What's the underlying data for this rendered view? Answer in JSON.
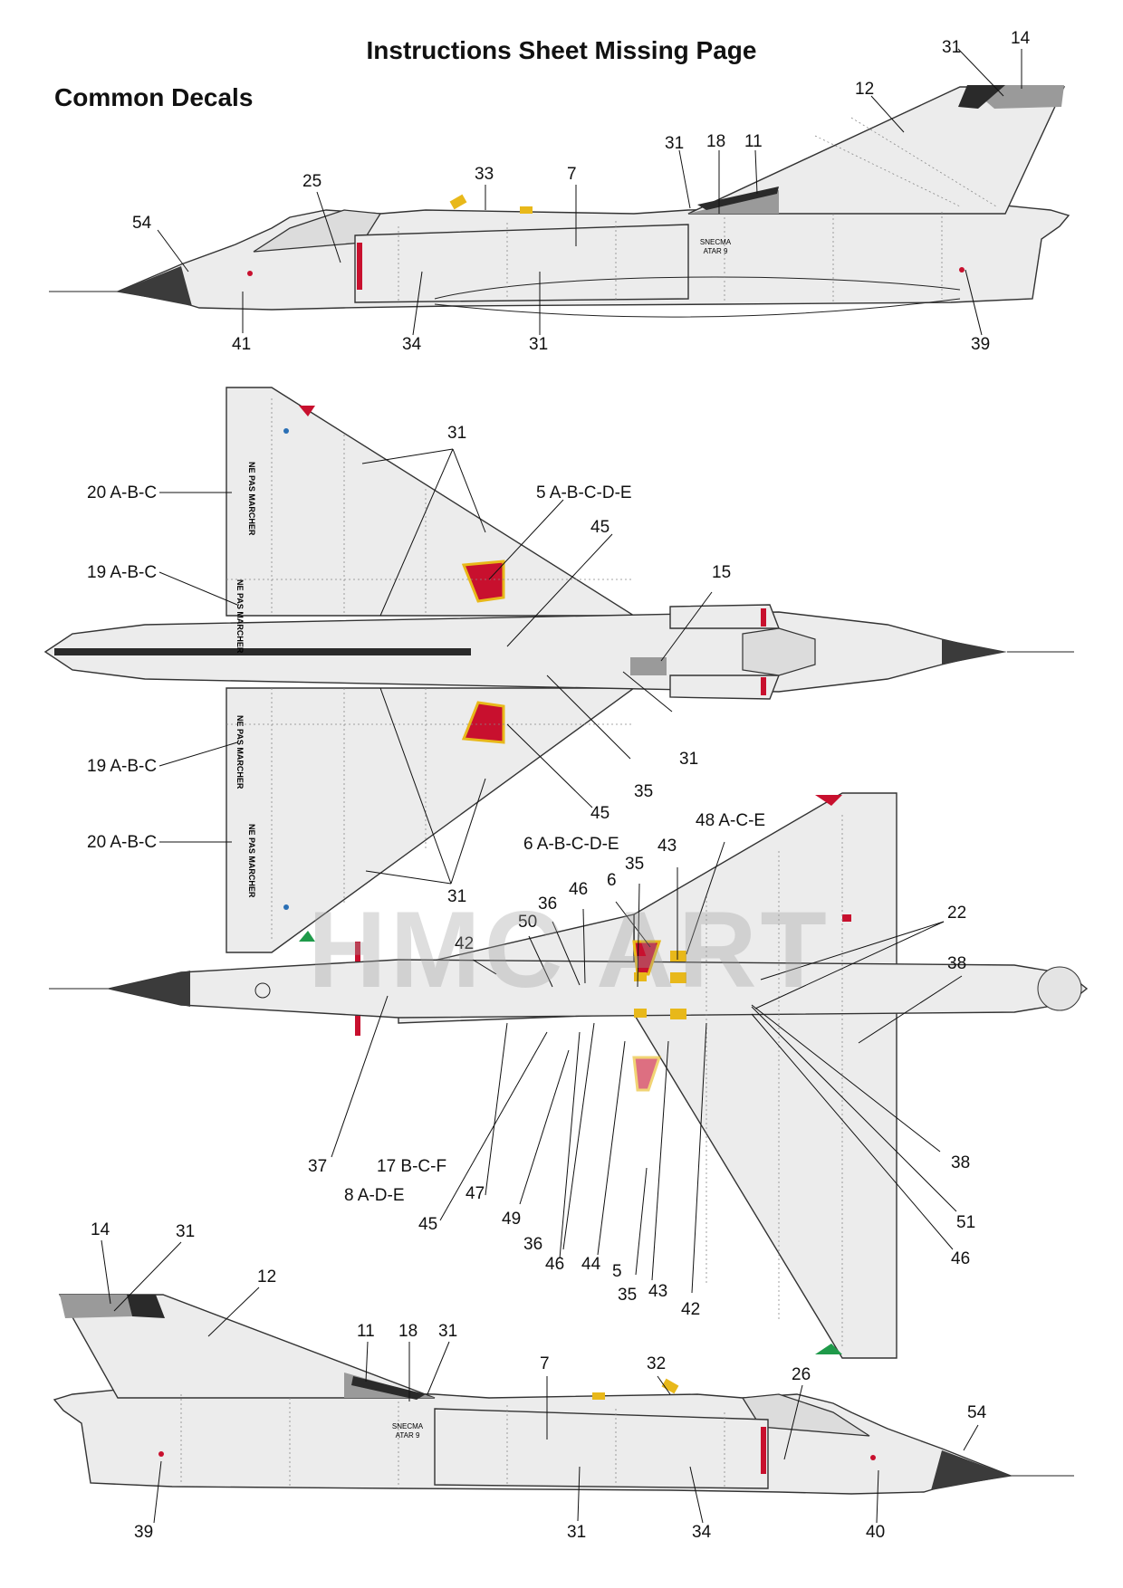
{
  "header": {
    "title": "Instructions Sheet Missing Page",
    "subtitle": "Common Decals"
  },
  "watermark": "HMC ART",
  "views": {
    "side_left": {
      "callouts": [
        "31",
        "14",
        "12",
        "31",
        "18",
        "11",
        "33",
        "7",
        "25",
        "54",
        "41",
        "34",
        "31",
        "39"
      ]
    },
    "top": {
      "callouts": [
        "31",
        "20 A-B-C",
        "5 A-B-C-D-E",
        "45",
        "19 A-B-C",
        "15",
        "31",
        "19 A-B-C",
        "35",
        "45",
        "6 A-B-C-D-E",
        "20 A-B-C",
        "31"
      ],
      "wing_text": [
        "NE PAS MARCHER",
        "NE PAS MARCHER",
        "NE PAS MARCHER",
        "NE PAS MARCHER"
      ]
    },
    "bottom": {
      "callouts": [
        "48 A-C-E",
        "43",
        "35",
        "6",
        "46",
        "36",
        "50",
        "42",
        "22",
        "38",
        "37",
        "17 B-C-F",
        "8 A-D-E",
        "47",
        "45",
        "49",
        "36",
        "46",
        "44",
        "5",
        "35",
        "43",
        "42",
        "38",
        "51",
        "46"
      ]
    },
    "side_right": {
      "callouts": [
        "14",
        "31",
        "12",
        "11",
        "18",
        "31",
        "7",
        "32",
        "26",
        "54",
        "39",
        "31",
        "34",
        "40"
      ]
    },
    "engine_text": [
      "SNECMA",
      "ATAR 9"
    ]
  },
  "colors": {
    "nose_cone": "#3b3b3b",
    "red": "#c8102e",
    "yellow": "#e8b81a",
    "green": "#1f9a4a",
    "grey": "#9a9a9a",
    "body": "#ececec",
    "orange": "#e8902a"
  }
}
